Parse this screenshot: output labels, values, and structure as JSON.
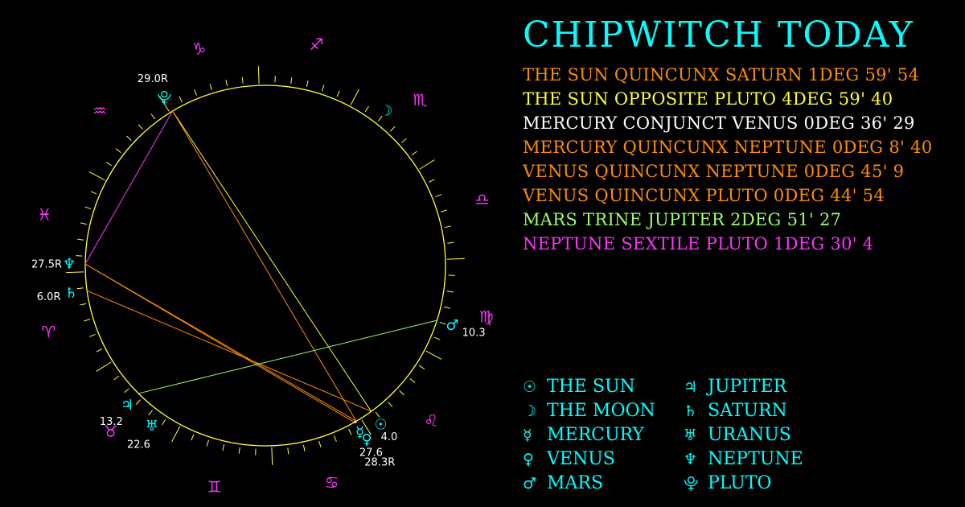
{
  "header": {
    "title": "CHIPWITCH TODAY"
  },
  "colors": {
    "background": "#000000",
    "wheel": "#ffff33",
    "sign": "#ff33ff",
    "planet": "#00ffff",
    "degree_label": "#ffffff",
    "quincunx": "#ff8c00",
    "opposite": "#ffff33",
    "conjunct": "#ffffff",
    "trine": "#99ff66",
    "sextile": "#ff33ff"
  },
  "aspects": [
    {
      "text": "THE SUN QUINCUNX SATURN 1DEG 59' 54",
      "color": "#ff8c00",
      "from": "sun",
      "to": "saturn"
    },
    {
      "text": "THE SUN OPPOSITE PLUTO 4DEG 59' 40",
      "color": "#ffff33",
      "from": "sun",
      "to": "pluto"
    },
    {
      "text": "MERCURY CONJUNCT VENUS 0DEG 36' 29",
      "color": "#ffffff",
      "from": "mercury",
      "to": "venus"
    },
    {
      "text": "MERCURY QUINCUNX NEPTUNE 0DEG 8' 40",
      "color": "#ff8c00",
      "from": "mercury",
      "to": "neptune"
    },
    {
      "text": "VENUS QUINCUNX NEPTUNE 0DEG 45' 9",
      "color": "#ff8c00",
      "from": "venus",
      "to": "neptune"
    },
    {
      "text": "VENUS QUINCUNX PLUTO 0DEG 44' 54",
      "color": "#ff8c00",
      "from": "venus",
      "to": "pluto"
    },
    {
      "text": "MARS TRINE JUPITER 2DEG 51' 27",
      "color": "#99ff66",
      "from": "mars",
      "to": "jupiter"
    },
    {
      "text": "NEPTUNE SEXTILE PLUTO 1DEG 30' 4",
      "color": "#ff33ff",
      "from": "neptune",
      "to": "pluto"
    }
  ],
  "legend": [
    {
      "glyph": "☉",
      "name": "THE SUN"
    },
    {
      "glyph": "♃",
      "name": "JUPITER"
    },
    {
      "glyph": "☽",
      "name": "THE MOON"
    },
    {
      "glyph": "♄",
      "name": "SATURN"
    },
    {
      "glyph": "☿",
      "name": "MERCURY"
    },
    {
      "glyph": "♅",
      "name": "URANUS"
    },
    {
      "glyph": "♀",
      "name": "VENUS"
    },
    {
      "glyph": "♆",
      "name": "NEPTUNE"
    },
    {
      "glyph": "♂",
      "name": "MARS"
    },
    {
      "glyph": "⯓",
      "name": "PLUTO"
    }
  ],
  "signs": [
    {
      "id": "capricorn",
      "glyph": "♑"
    },
    {
      "id": "sagittarius",
      "glyph": "♐"
    },
    {
      "id": "scorpio",
      "glyph": "♏"
    },
    {
      "id": "libra",
      "glyph": "♎"
    },
    {
      "id": "virgo",
      "glyph": "♍"
    },
    {
      "id": "leo",
      "glyph": "♌"
    },
    {
      "id": "cancer",
      "glyph": "♋"
    },
    {
      "id": "gemini",
      "glyph": "♊"
    },
    {
      "id": "taurus",
      "glyph": "♉"
    },
    {
      "id": "aries",
      "glyph": "♈"
    },
    {
      "id": "pisces",
      "glyph": "♓"
    },
    {
      "id": "aquarius",
      "glyph": "♒"
    }
  ],
  "planets": [
    {
      "id": "sun",
      "glyph": "☉",
      "label": "4.0",
      "longitude": 124.0
    },
    {
      "id": "moon",
      "glyph": "☽",
      "label": "",
      "longitude": 230.0
    },
    {
      "id": "mercury",
      "glyph": "☿",
      "label": "27.6",
      "longitude": 117.6
    },
    {
      "id": "venus",
      "glyph": "♀",
      "label": "28.3R",
      "longitude": 118.3
    },
    {
      "id": "mars",
      "glyph": "♂",
      "label": "10.3",
      "longitude": 160.3
    },
    {
      "id": "jupiter",
      "glyph": "♃",
      "label": "13.2",
      "longitude": 43.2
    },
    {
      "id": "saturn",
      "glyph": "♄",
      "label": "6.0R",
      "longitude": 6.0
    },
    {
      "id": "uranus",
      "glyph": "♅",
      "label": "22.6",
      "longitude": 52.6
    },
    {
      "id": "neptune",
      "glyph": "♆",
      "label": "27.5R",
      "longitude": 357.5
    },
    {
      "id": "pluto",
      "glyph": "⯓",
      "label": "29.0R",
      "longitude": 299.0
    }
  ]
}
